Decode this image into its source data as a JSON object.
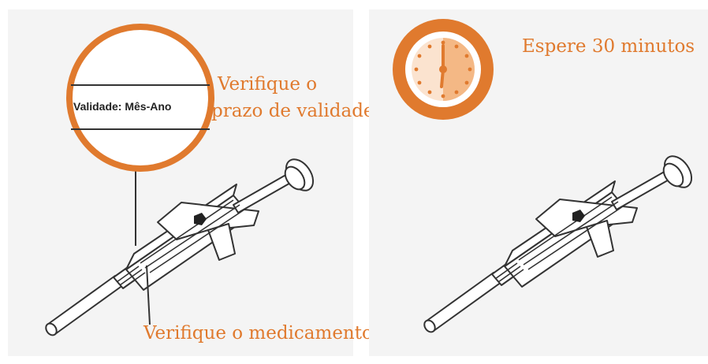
{
  "left_panel": {
    "expiry_stamp": "Validade: Mês-Ano",
    "check_expiry_label_line1": "Verifique o",
    "check_expiry_label_line2": "prazo de validade",
    "check_medicine_label": "Verifique o medicamento"
  },
  "right_panel": {
    "wait_label": "Espere 30 minutos"
  },
  "colors": {
    "accent": "#e07a2e",
    "clock_face": "#fbe3cf",
    "clock_half": "#f4b885",
    "panel_bg": "#f4f4f4",
    "line": "#333333"
  },
  "icons": [
    "magnifier-circle",
    "clock-icon",
    "syringe"
  ]
}
